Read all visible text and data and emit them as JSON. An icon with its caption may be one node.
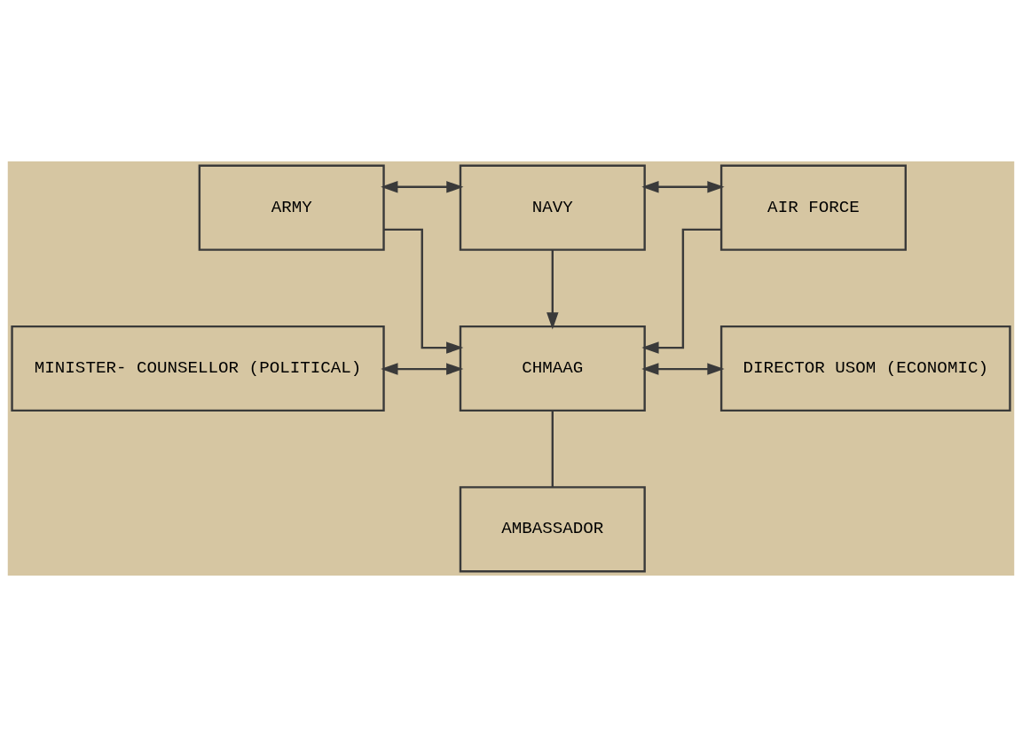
{
  "diagram": {
    "nodes": [
      {
        "text": [
          "ARMY"
        ]
      },
      {
        "text": [
          "NAVY"
        ]
      },
      {
        "text": [
          "AIR FORCE"
        ]
      },
      {
        "text": [
          "MINISTER- COUNSELLOR (POLITICAL)"
        ]
      },
      {
        "text": [
          "CHMAAG"
        ]
      },
      {
        "text": [
          "DIRECTOR USOM (ECONOMIC)"
        ]
      },
      {
        "text": [
          "AMBASSADOR"
        ]
      }
    ],
    "edges": [
      {
        "from": 0,
        "to": 1,
        "arrow": "both"
      },
      {
        "from": 1,
        "to": 2,
        "arrow": "both"
      },
      {
        "from": 0,
        "to": 4,
        "arrow": "to"
      },
      {
        "from": 1,
        "to": 4,
        "arrow": "to"
      },
      {
        "from": 2,
        "to": 4,
        "arrow": "to"
      },
      {
        "from": 3,
        "to": 4,
        "arrow": "both"
      },
      {
        "from": 4,
        "to": 5,
        "arrow": "both"
      },
      {
        "from": 4,
        "to": 6,
        "arrow": "none"
      }
    ]
  }
}
